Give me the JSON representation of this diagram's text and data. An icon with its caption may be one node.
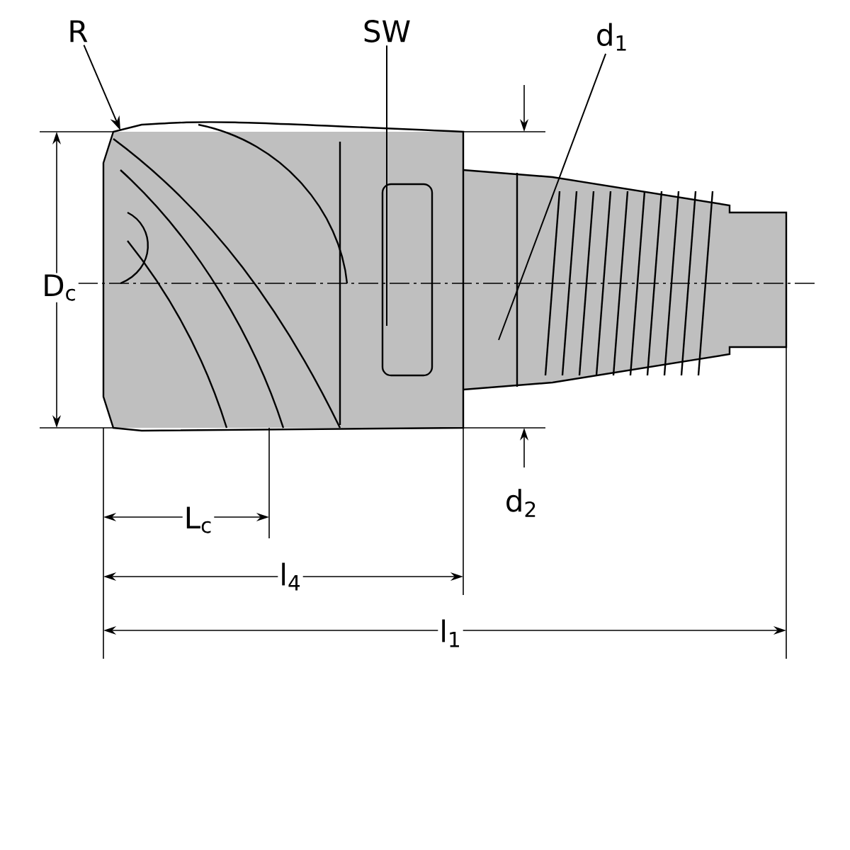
{
  "diagram": {
    "nodes": [
      {
        "text": [
          "R"
        ]
      },
      {
        "text": [
          "SW"
        ]
      },
      {
        "text": [
          "d$_{1}$"
        ]
      }
    ],
    "edges": [
      {
        "from": 0,
        "to": null,
        "arrow": "to"
      },
      {
        "from": 1,
        "to": null,
        "arrow": "none"
      },
      {
        "from": 2,
        "to": null,
        "arrow": "none"
      }
    ],
    "labels": [
      "D$_{c}$",
      "d$_{2}$",
      "L$_{c}$",
      "l$_{4}$",
      "l$_{1}$"
    ]
  }
}
